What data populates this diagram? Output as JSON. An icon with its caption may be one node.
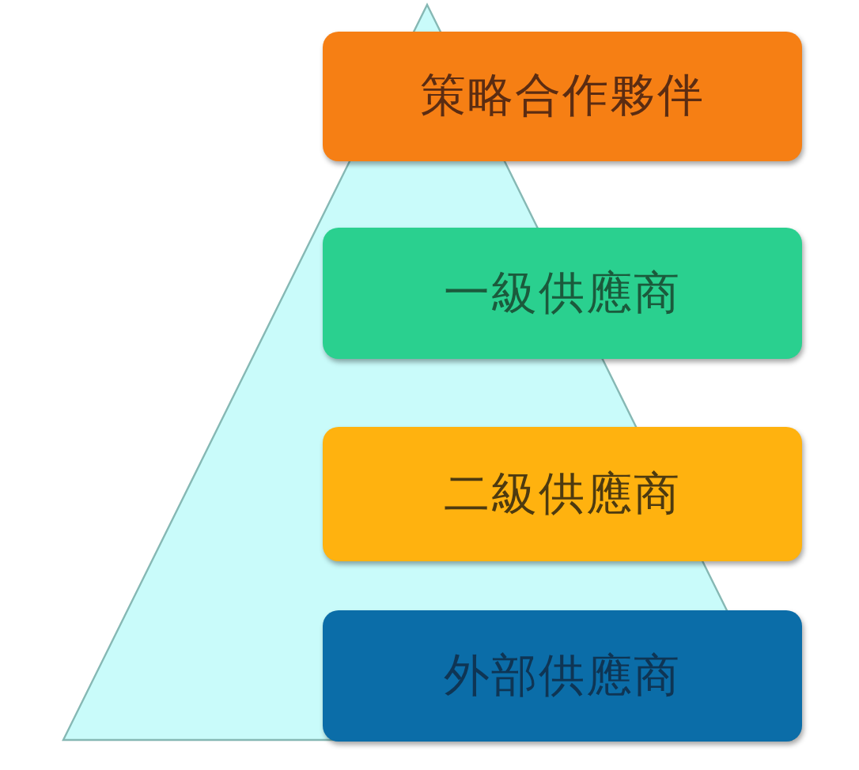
{
  "diagram": {
    "nodes": [
      {
        "text": [
          "策略合作夥伴"
        ]
      },
      {
        "text": [
          "一級供應商"
        ]
      },
      {
        "text": [
          "二級供應商"
        ]
      },
      {
        "text": [
          "外部供應商"
        ]
      }
    ]
  }
}
